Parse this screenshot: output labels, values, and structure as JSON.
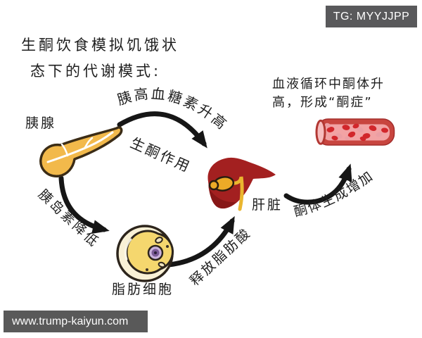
{
  "badge": {
    "label": "TG: MYYJJPP"
  },
  "title": {
    "line1": "生酮饮食模拟饥饿状",
    "line2": "态下的代谢模式:"
  },
  "diagram": {
    "organs": {
      "pancreas": {
        "label": "胰腺"
      },
      "fat_cell": {
        "label": "脂肪细胞"
      },
      "liver": {
        "label": "肝脏"
      },
      "blood_vessel": {
        "note_line1": "血液循环中酮体升",
        "note_line2": "高，形成“酮症”"
      }
    },
    "arrows": [
      {
        "from": "pancreas",
        "to": "liver",
        "label_top": "胰高血糖素升高",
        "label_bottom": "生酮作用"
      },
      {
        "from": "pancreas",
        "to": "fat_cell",
        "label": "胰岛素降低"
      },
      {
        "from": "fat_cell",
        "to": "liver",
        "label": "释放脂肪酸"
      },
      {
        "from": "liver",
        "to": "blood_vessel",
        "label": "酮体生成增加"
      }
    ],
    "colors": {
      "pancreas_fill": "#f2b94b",
      "fat_cell_fill": "#f9f1d6",
      "lipid_fill": "#f5d76e",
      "nucleus_ring": "#c9b2dc",
      "nucleus_core": "#7a5a96",
      "liver_main": "#a32020",
      "liver_shade": "#871717",
      "gallbladder": "#ecaa27",
      "vessel_wall": "#c8453f",
      "vessel_lumen": "#f2a3a4",
      "rbc": "#d2262b",
      "rbc_pale": "#eb9fa4",
      "arrow": "#161616",
      "ink": "#1e1e1e",
      "badge_bg": "#59595b",
      "watermark_bg": "#595959"
    }
  },
  "watermark": {
    "text": "www.trump-kaiyun.com"
  }
}
